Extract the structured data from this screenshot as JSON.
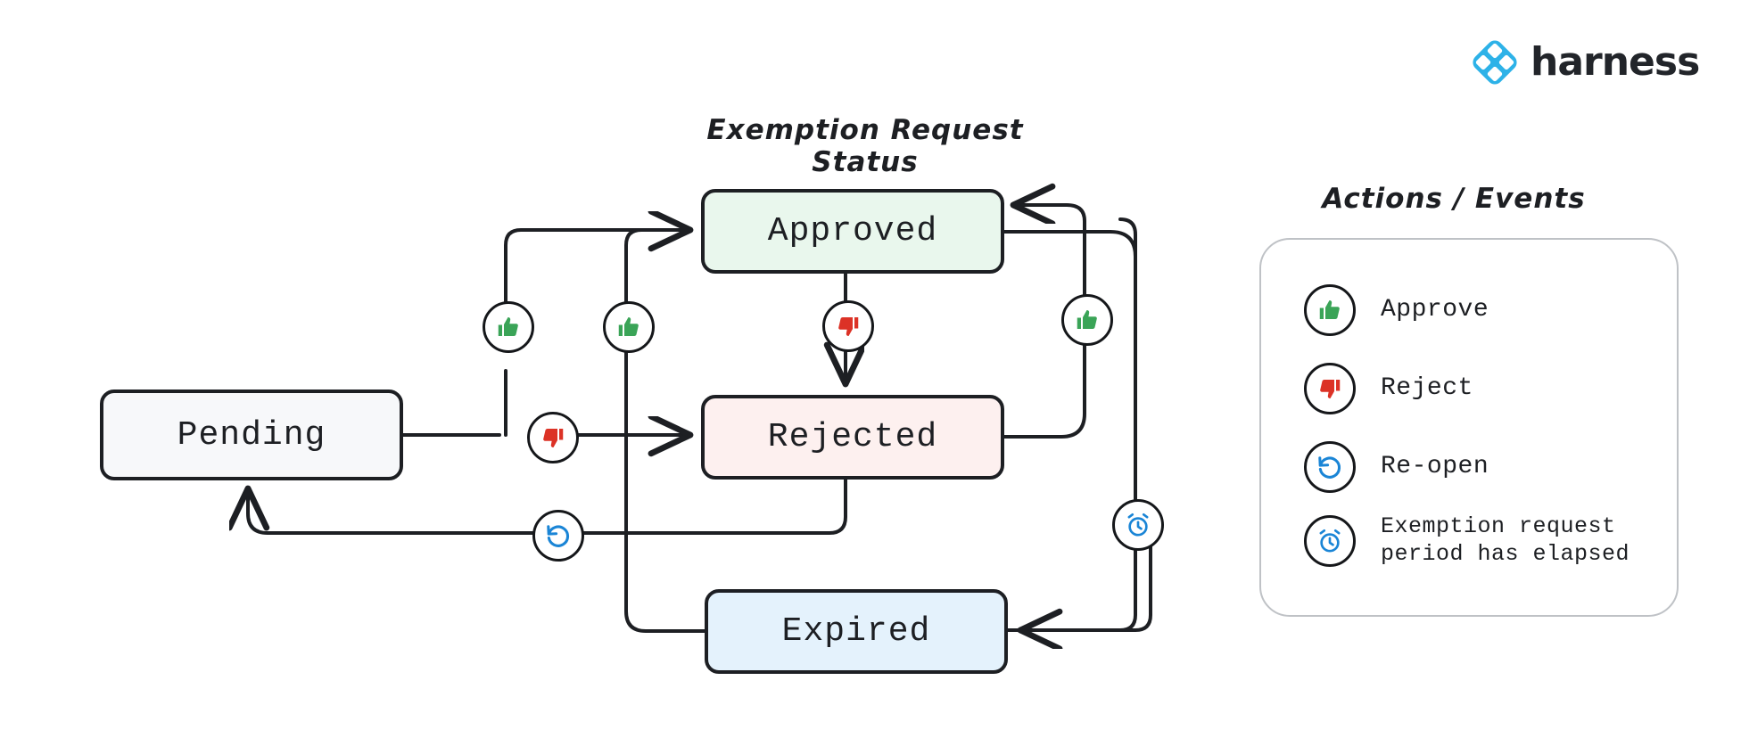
{
  "brand": {
    "name": "harness",
    "logo_icon": "harness-diamond-logo",
    "accent_color": "#2db2e8",
    "wordmark_color": "#22252a"
  },
  "diagram": {
    "title": "Exemption Request Status",
    "type": "state-diagram",
    "states": [
      {
        "id": "pending",
        "label": "Pending",
        "fill": "#f7f8fa",
        "border": "#1d1f23"
      },
      {
        "id": "approved",
        "label": "Approved",
        "fill": "#e9f7ed",
        "border": "#1d1f23"
      },
      {
        "id": "rejected",
        "label": "Rejected",
        "fill": "#fdf0ef",
        "border": "#1d1f23"
      },
      {
        "id": "expired",
        "label": "Expired",
        "fill": "#e4f2fc",
        "border": "#1d1f23"
      }
    ],
    "transitions": [
      {
        "from": "pending",
        "to": "approved",
        "icon": "thumbs-up-icon",
        "action": "Approve"
      },
      {
        "from": "pending",
        "to": "rejected",
        "icon": "thumbs-down-icon",
        "action": "Reject"
      },
      {
        "from": "approved",
        "to": "rejected",
        "icon": "thumbs-down-icon",
        "action": "Reject"
      },
      {
        "from": "rejected",
        "to": "approved",
        "icon": "thumbs-up-icon",
        "action": "Approve"
      },
      {
        "from": "expired",
        "to": "approved",
        "icon": "thumbs-up-icon",
        "action": "Approve"
      },
      {
        "from": "rejected",
        "to": "pending",
        "icon": "re-open-icon",
        "action": "Re-open"
      },
      {
        "from": "approved",
        "to": "expired",
        "icon": "alarm-clock-icon",
        "action": "Exemption request period has elapsed"
      }
    ]
  },
  "legend": {
    "title": "Actions / Events",
    "items": [
      {
        "icon": "thumbs-up-icon",
        "label": "Approve",
        "color": "#3aa457"
      },
      {
        "icon": "thumbs-down-icon",
        "label": "Reject",
        "color": "#dc3226"
      },
      {
        "icon": "re-open-icon",
        "label": "Re-open",
        "color": "#1a85d6"
      },
      {
        "icon": "alarm-clock-icon",
        "label": "Exemption request\nperiod has elapsed",
        "color": "#1a85d6"
      }
    ]
  },
  "colors": {
    "edge": "#1d1f23",
    "green": "#3aa457",
    "red": "#dc3226",
    "blue": "#1a85d6",
    "panel_border": "#bfc2c6",
    "background": "#ffffff"
  }
}
